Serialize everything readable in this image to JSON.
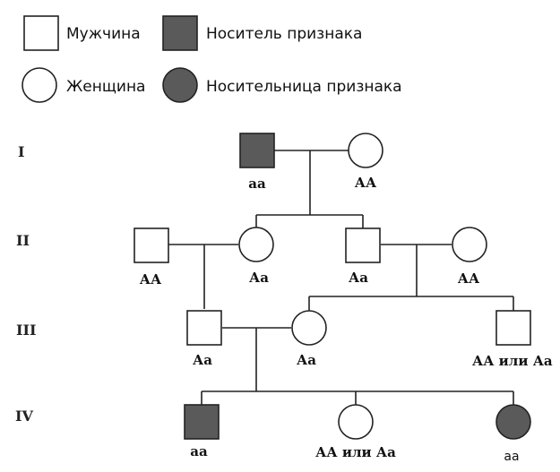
{
  "legend": {
    "male": "Мужчина",
    "affected_male": "Носитель признака",
    "female": "Женщина",
    "affected_female": "Носительница признака"
  },
  "generations": [
    "I",
    "II",
    "III",
    "IV"
  ],
  "individuals": {
    "I_1": "аа",
    "I_2": "АА",
    "II_1": "АА",
    "II_2": "Аа",
    "II_3": "Аа",
    "II_4": "АА",
    "III_1": "Аа",
    "III_2": "Аа",
    "III_3": "АА или Аа",
    "IV_1": "аа",
    "IV_2": "АА или Аа",
    "IV_3": "аа"
  },
  "colors": {
    "affected_fill": "#5a5a5a",
    "line": "#222222"
  }
}
